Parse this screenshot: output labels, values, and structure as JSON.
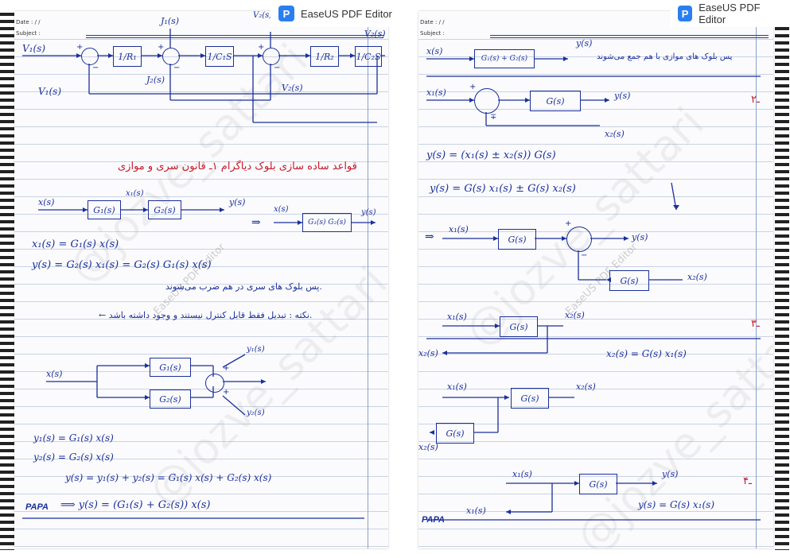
{
  "app": {
    "name": "EaseUS PDF Editor"
  },
  "watermarks": {
    "handle": "@jozve_sattari",
    "editor": "EaseUS PDF Editor"
  },
  "header": {
    "date_label": "Date :",
    "date_slashes": "/   /",
    "subject_label": "Subject :"
  },
  "left": {
    "diagram1": {
      "input": "V₁(s)",
      "output": "V₂(s)",
      "signal_j1": "J₁(s)",
      "signal_j2": "J₂(s)",
      "signal_v2": "V₂(s)",
      "signal_v2_top": "V₂(s)",
      "feedback_label": "V₁(s)",
      "blocks": [
        "1/R₁",
        "1/C₁S",
        "1/R₂",
        "1/C₂S"
      ]
    },
    "heading": "قواعد ساده سازی بلوک دیاگرام ۱ـ قانون سری و موازی",
    "series": {
      "input": "x(s)",
      "mid": "x₁(s)",
      "output": "y(s)",
      "block1": "G₁(s)",
      "block2": "G₂(s)",
      "arrow": "⇒",
      "input2": "x(s)",
      "combined": "G₁(s) G₂(s)",
      "output2": "y(s)"
    },
    "eq1": "x₁(s) = G₁(s) x(s)",
    "eq2": "y(s) = G₂(s) x₁(s) = G₂(s) G₁(s) x(s)",
    "note1": "پس بلوک های سری در هم ضرب می‌شوند.",
    "note2": "← نکته : تبدیل فقط قابل کنترل نیستند و وجود داشته باشد.",
    "parallel": {
      "input": "x(s)",
      "block1": "G₁(s)",
      "block2": "G₂(s)",
      "y1": "y₁(s)",
      "y2": "y₂(s)",
      "plus1": "+",
      "plus2": "+"
    },
    "eq3": "y₁(s) = G₁(s) x(s)",
    "eq4": "y₂(s) = G₂(s) x(s)",
    "eq5": "y(s) = y₁(s) + y₂(s)  =  G₁(s) x(s) + G₂(s) x(s)",
    "final_prefix": "PAPA",
    "final_eq": "⟹ y(s) = (G₁(s) + G₂(s)) x(s)"
  },
  "right": {
    "top": {
      "input": "x(s)",
      "block": "G₁(s) + G₂(s)",
      "output": "y(s)",
      "note": "پس بلوک های موازی با هم جمع می‌شوند"
    },
    "rule2_num": "۲ـ",
    "sum_block": {
      "input": "x₁(s)",
      "block": "G(s)",
      "output": "y(s)",
      "plus": "+",
      "minus": "∓",
      "x2": "x₂(s)"
    },
    "eq1": "y(s) = (x₁(s) ± x₂(s)) G(s)",
    "eq2": "y(s) = G(s) x₁(s) ± G(s) x₂(s)",
    "moved": {
      "input": "x₁(s)",
      "block": "G(s)",
      "output": "y(s)",
      "plus": "+",
      "minus": "−",
      "feedback_block": "G(s)",
      "x2": "x₂(s)",
      "arrow": "⇒"
    },
    "rule3_num": "۳ـ",
    "pickoff1": {
      "input": "x₁(s)",
      "block": "G(s)",
      "output": "x₂(s)",
      "back": "x₂(s)",
      "eq": "x₂(s) = G(s) x₁(s)"
    },
    "pickoff2": {
      "input": "x₁(s)",
      "block": "G(s)",
      "output": "x₂(s)",
      "feedback_block": "G(s)",
      "back": "x₂(s)"
    },
    "rule4_num": "۴ـ",
    "pickoff3": {
      "input": "x₁(s)",
      "block": "G(s)",
      "output": "y(s)",
      "back": "x₁(s)",
      "eq": "y(s) = G(s) x₁(s)"
    },
    "final_prefix": "PAPA"
  }
}
